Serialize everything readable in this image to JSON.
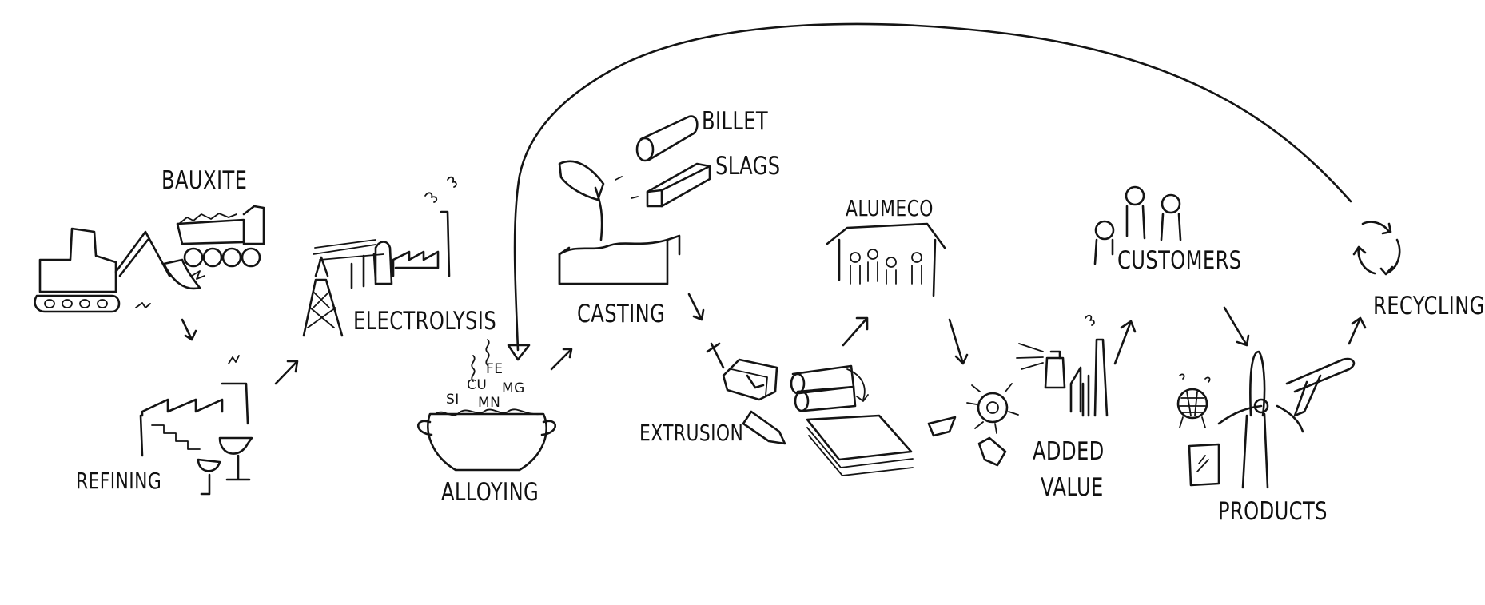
{
  "labels": {
    "bauxite": "BAUXITE",
    "refining": "REFINING",
    "electrolysis": "ELECTROLYSIS",
    "alloying": "ALLOYING",
    "casting": "CASTING",
    "billet": "BILLET",
    "slags": "SLAGS",
    "extrusion": "EXTRUSION",
    "alumeco": "ALUMECO",
    "added_value_1": "ADDED",
    "added_value_2": "VALUE",
    "customers": "CUSTOMERS",
    "products": "PRODUCTS",
    "recycling": "RECYCLING"
  },
  "alloy_elements": {
    "si": "SI",
    "cu": "CU",
    "fe": "FE",
    "mn": "MN",
    "mg": "MG"
  },
  "colors": {
    "ink": "#141414",
    "background": "#ffffff"
  }
}
